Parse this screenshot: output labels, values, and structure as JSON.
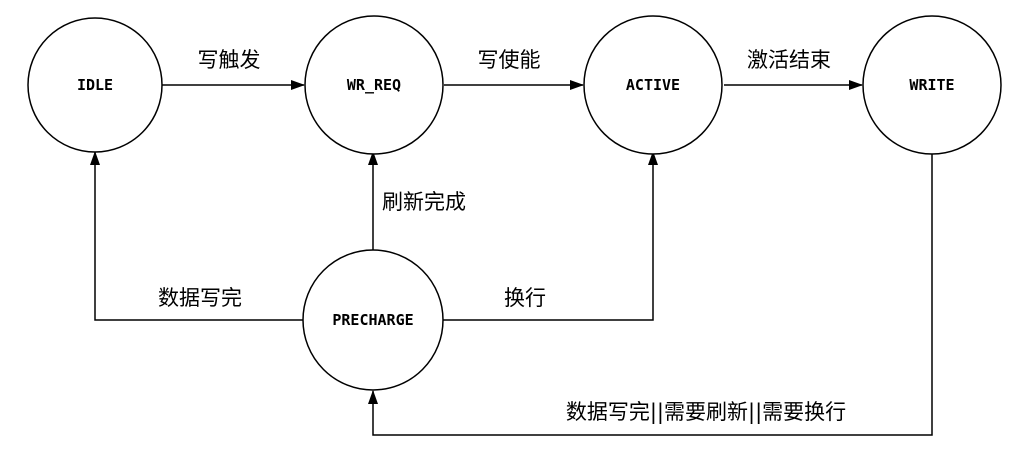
{
  "states": {
    "idle": "IDLE",
    "wr_req": "WR_REQ",
    "active": "ACTIVE",
    "write": "WRITE",
    "precharge": "PRECHARGE"
  },
  "transitions": {
    "idle_to_wr_req": "写触发",
    "wr_req_to_active": "写使能",
    "active_to_write": "激活结束",
    "precharge_to_wr_req": "刷新完成",
    "precharge_to_idle": "数据写完",
    "precharge_to_active": "换行",
    "write_to_precharge": "数据写完||需要刷新||需要换行"
  }
}
